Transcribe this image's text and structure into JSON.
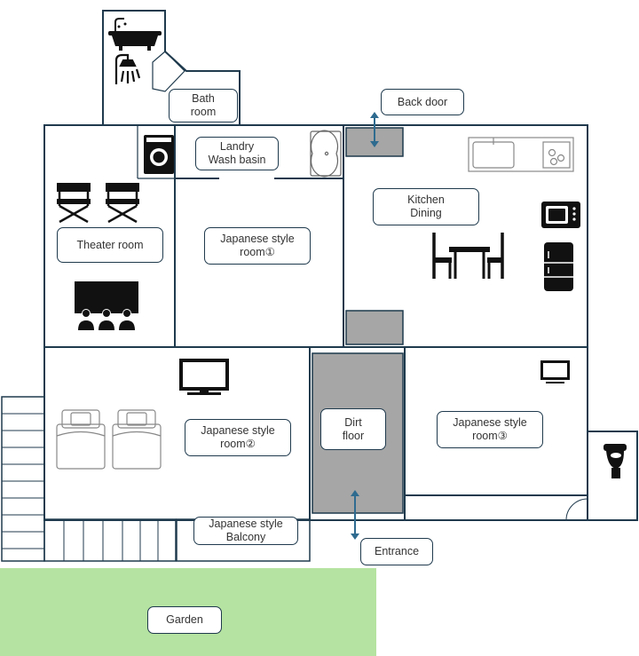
{
  "rooms": {
    "bath": {
      "line1": "Bath",
      "line2": "room"
    },
    "back_door": {
      "label": "Back door"
    },
    "laundry": {
      "line1": "Landry",
      "line2": "Wash basin"
    },
    "kitchen": {
      "line1": "Kitchen",
      "line2": "Dining"
    },
    "theater": {
      "label": "Theater room"
    },
    "japanese_1": {
      "line1": "Japanese style",
      "line2": "room①"
    },
    "japanese_2": {
      "line1": "Japanese style",
      "line2": "room②"
    },
    "dirt_floor": {
      "line1": "Dirt",
      "line2": "floor"
    },
    "japanese_3": {
      "line1": "Japanese style",
      "line2": "room③"
    },
    "balcony": {
      "line1": "Japanese style",
      "line2": "Balcony"
    },
    "entrance": {
      "label": "Entrance"
    },
    "garden": {
      "label": "Garden"
    }
  },
  "colors": {
    "wall": "#1f3a4d",
    "garden": "#b5e3a1",
    "dirt": "#a6a6a6",
    "arrow": "#2e6b8f",
    "icon": "#111111"
  },
  "icons": [
    "bathtub-icon",
    "shower-icon",
    "washing-machine-icon",
    "sink-icon",
    "kitchen-counter-icon",
    "director-chair-icon",
    "cinema-screen-icon",
    "tv-icon",
    "bed-icon",
    "dining-table-icon",
    "microwave-icon",
    "refrigerator-icon",
    "toilet-icon"
  ]
}
